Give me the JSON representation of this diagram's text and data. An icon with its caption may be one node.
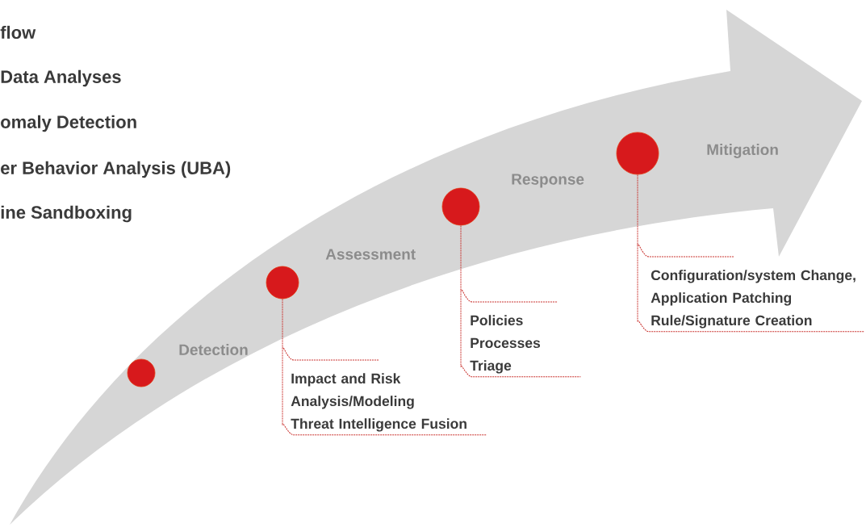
{
  "diagram": {
    "nodes": [
      {
        "text": [
          "Detection"
        ]
      },
      {
        "text": [
          "Assessment"
        ]
      },
      {
        "text": [
          "Impact and Risk Analysis/Modeling",
          "Threat Intelligence Fusion"
        ]
      },
      {
        "text": [
          "Response"
        ]
      },
      {
        "text": [
          "Policies",
          "Processes",
          "Triage"
        ]
      },
      {
        "text": [
          "Mitigation"
        ]
      },
      {
        "text": [
          "Configuration/system Change,",
          "Application Patching",
          "Rule/Signature Creation"
        ]
      }
    ],
    "edges": [
      {
        "from": 1,
        "to": 2,
        "arrow": "none",
        "style": "dashed"
      },
      {
        "from": 3,
        "to": 4,
        "arrow": "none",
        "style": "dashed"
      },
      {
        "from": 5,
        "to": 6,
        "arrow": "none",
        "style": "dashed"
      }
    ],
    "labels": [
      "flow",
      "Data Analyses",
      "omaly Detection",
      "er Behavior Analysis (UBA)",
      "ine Sandboxing"
    ]
  }
}
